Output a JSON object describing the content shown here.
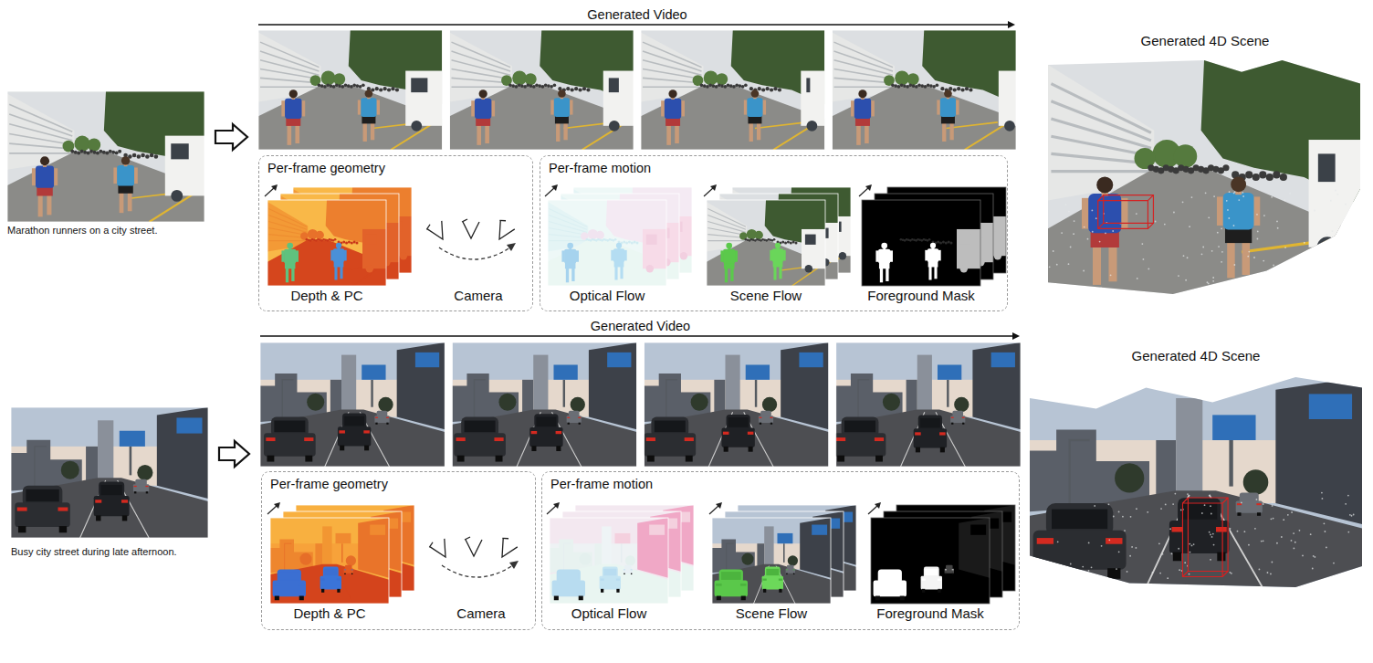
{
  "diagram": {
    "nodes": [
      {
        "text": [
          "Marathon runners on a city street."
        ]
      },
      {
        "text": [
          "Generated Video"
        ]
      },
      {
        "text": [
          "Per-frame geometry"
        ]
      },
      {
        "text": [
          "Depth & PC"
        ],
        "in": 2
      },
      {
        "text": [
          "Camera"
        ],
        "in": 2
      },
      {
        "text": [
          "Per-frame motion"
        ]
      },
      {
        "text": [
          "Optical Flow"
        ],
        "in": 5
      },
      {
        "text": [
          "Scene Flow"
        ],
        "in": 5
      },
      {
        "text": [
          "Foreground Mask"
        ],
        "in": 5
      },
      {
        "text": [
          "Generated 4D Scene"
        ]
      },
      {
        "text": [
          "Busy city street during late afternoon."
        ]
      },
      {
        "text": [
          "Generated Video"
        ]
      },
      {
        "text": [
          "Per-frame geometry"
        ]
      },
      {
        "text": [
          "Depth & PC"
        ],
        "in": 12
      },
      {
        "text": [
          "Camera"
        ],
        "in": 12
      },
      {
        "text": [
          "Per-frame motion"
        ]
      },
      {
        "text": [
          "Optical Flow"
        ],
        "in": 15
      },
      {
        "text": [
          "Scene Flow"
        ],
        "in": 15
      },
      {
        "text": [
          "Foreground Mask"
        ],
        "in": 15
      },
      {
        "text": [
          "Generated 4D Scene"
        ]
      }
    ],
    "edges": [
      {
        "from": 0,
        "to": 1,
        "arrow": "to"
      },
      {
        "from": 10,
        "to": 11,
        "arrow": "to"
      }
    ]
  }
}
